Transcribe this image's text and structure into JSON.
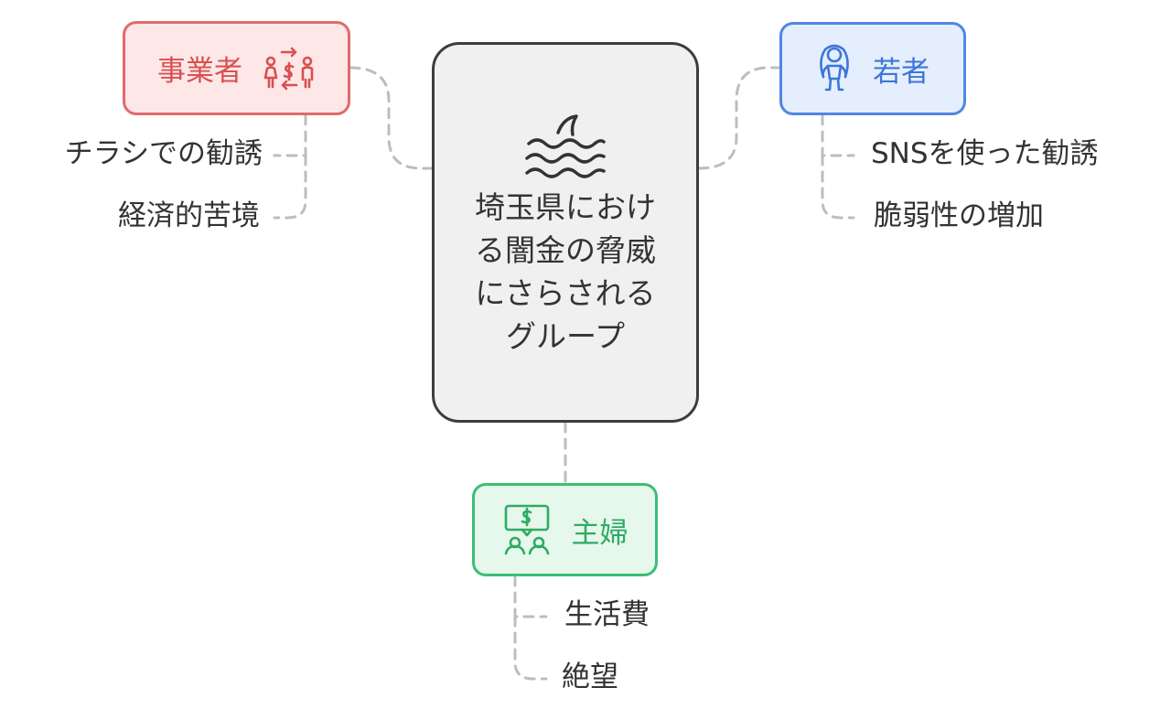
{
  "center": {
    "label": "埼玉県における闇金の脅威にさらされるグループ",
    "icon": "shark-fin-waves-icon"
  },
  "groups": {
    "business": {
      "label": "事業者",
      "icon": "people-money-exchange-icon",
      "color": "#e06b6b",
      "items": [
        "チラシでの勧誘",
        "経済的苦境"
      ]
    },
    "youth": {
      "label": "若者",
      "icon": "person-jump-rope-icon",
      "color": "#4f87e3",
      "items": [
        "SNSを使った勧誘",
        "脆弱性の増加"
      ]
    },
    "housewife": {
      "label": "主婦",
      "icon": "money-chat-people-icon",
      "color": "#3ebd75",
      "items": [
        "生活費",
        "絶望"
      ]
    }
  }
}
